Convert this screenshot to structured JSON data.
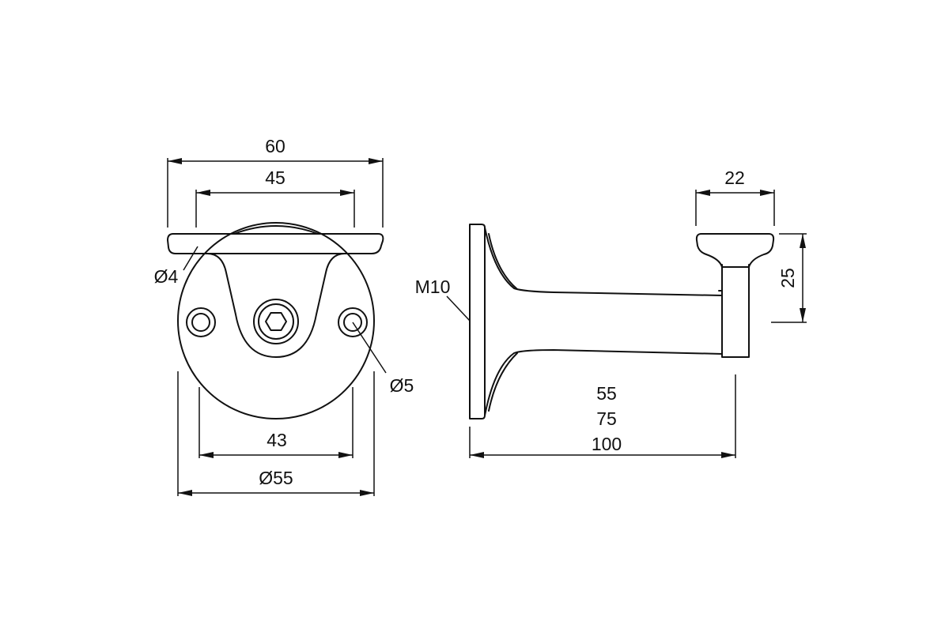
{
  "drawing": {
    "line_color": "#111111",
    "background": "#ffffff",
    "front_view": {
      "dim_overall_width": "60",
      "dim_saddle_width": "45",
      "dim_hole_pitch": "43",
      "dim_plate_diameter": "Ø55",
      "label_saddle_hole": "Ø4",
      "label_screw_hole": "Ø5"
    },
    "side_view": {
      "label_thread": "M10",
      "dim_top_width": "22",
      "dim_top_height": "25",
      "dim_projections": [
        "55",
        "75",
        "100"
      ]
    }
  }
}
